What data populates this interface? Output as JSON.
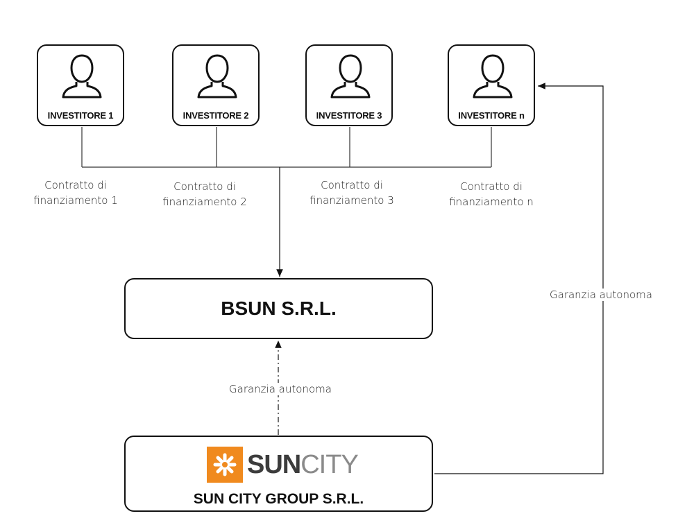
{
  "investors": [
    {
      "label": "INVESTITORE 1",
      "icon": "person-icon"
    },
    {
      "label": "INVESTITORE 2",
      "icon": "person-icon"
    },
    {
      "label": "INVESTITORE 3",
      "icon": "person-icon"
    },
    {
      "label": "INVESTITORE n",
      "icon": "person-icon"
    }
  ],
  "contracts": [
    {
      "line1": "Contratto di",
      "line2": "finanziamento 1"
    },
    {
      "line1": "Contratto di",
      "line2": "finanziamento 2"
    },
    {
      "line1": "Contratto di",
      "line2": "finanziamento 3"
    },
    {
      "line1": "Contratto di",
      "line2": "finanziamento n"
    }
  ],
  "bsun": {
    "name": "BSUN S.R.L."
  },
  "suncity": {
    "logo_word_bold": "SUN",
    "logo_word_light": "CITY",
    "name": "SUN CITY GROUP S.R.L.",
    "brand_color": "#f08a1e"
  },
  "edges": {
    "guarantee_to_bsun": "Garanzia autonoma",
    "guarantee_to_investor_n": "Garanzia autonoma"
  }
}
